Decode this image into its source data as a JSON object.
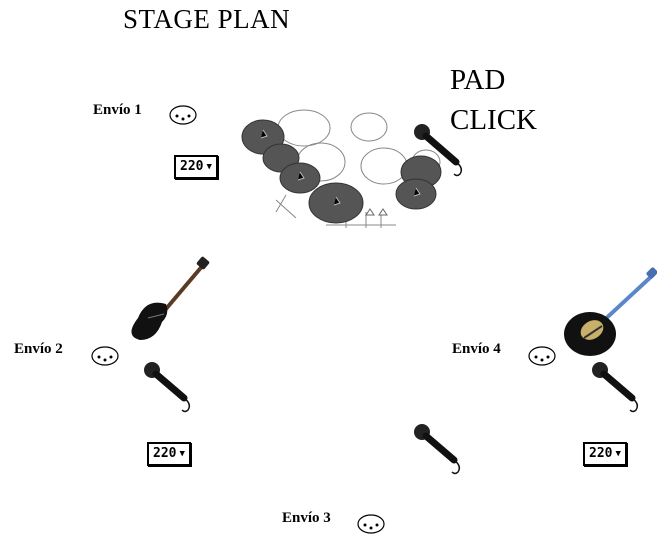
{
  "title": "STAGE PLAN",
  "pad_line1": "PAD",
  "pad_line2": "CLICK",
  "envios": {
    "e1": "Envío 1",
    "e2": "Envío 2",
    "e3": "Envío 3",
    "e4": "Envío 4"
  },
  "power": {
    "p1": "220",
    "p2": "220",
    "p3": "220"
  },
  "icons": {
    "connector": "xlr-connector-icon",
    "drum": "drum-kit-icon",
    "mic": "microphone-icon",
    "bass": "bass-guitar-icon",
    "guitar": "electric-guitar-icon"
  }
}
